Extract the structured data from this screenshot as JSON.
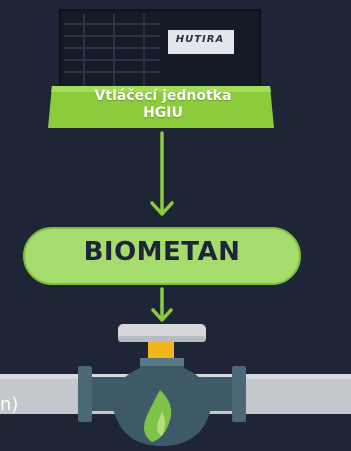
{
  "unit": {
    "brand": "HUTIRA",
    "label_line1": "Vtláčecí jednotka",
    "label_line2": "HGIU"
  },
  "product": {
    "label": "BIOMETAN"
  },
  "pipeline": {
    "label_fragment": "n)"
  },
  "colors": {
    "background": "#1d2537",
    "accent_green": "#8ccc3c",
    "pill_green": "#a6dc6e",
    "pipe_gray": "#c4c7cc",
    "valve_teal": "#3e5a66",
    "flame_green": "#7ec24a",
    "valve_yellow": "#f2b51c"
  },
  "icons": [
    "down-arrow-icon",
    "flame-icon",
    "valve-icon"
  ]
}
